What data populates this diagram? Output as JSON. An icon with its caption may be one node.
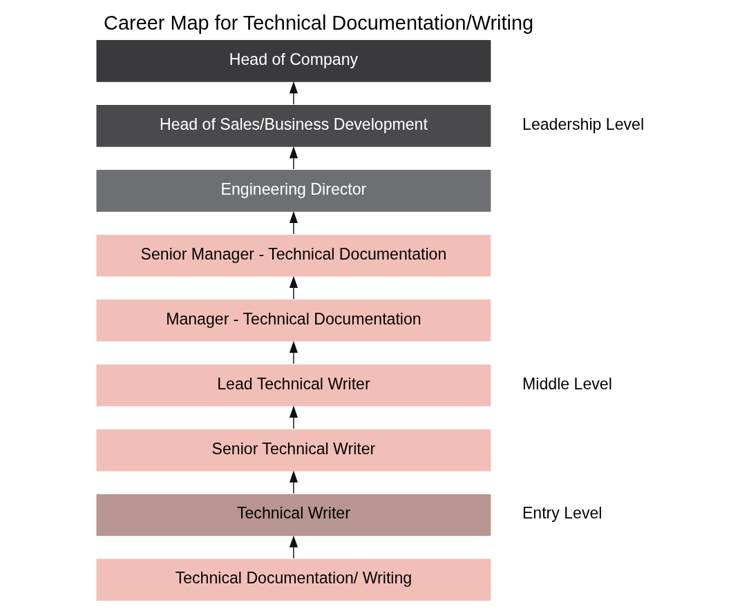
{
  "diagram": {
    "title": "Career Map for Technical Documentation/Writing",
    "nodes": [
      {
        "text": [
          "Head of Company"
        ]
      },
      {
        "text": [
          "Head of Sales/Business Development"
        ]
      },
      {
        "text": [
          "Engineering Director"
        ]
      },
      {
        "text": [
          "Senior Manager - Technical Documentation"
        ]
      },
      {
        "text": [
          "Manager - Technical Documentation"
        ]
      },
      {
        "text": [
          "Lead Technical Writer"
        ]
      },
      {
        "text": [
          "Senior Technical Writer"
        ]
      },
      {
        "text": [
          "Technical Writer"
        ]
      },
      {
        "text": [
          "Technical Documentation/ Writing"
        ]
      }
    ],
    "edges": [
      {
        "from": 8,
        "to": 7,
        "arrow": "to"
      },
      {
        "from": 7,
        "to": 6,
        "arrow": "to"
      },
      {
        "from": 6,
        "to": 5,
        "arrow": "to"
      },
      {
        "from": 5,
        "to": 4,
        "arrow": "to"
      },
      {
        "from": 4,
        "to": 3,
        "arrow": "to"
      },
      {
        "from": 3,
        "to": 2,
        "arrow": "to"
      },
      {
        "from": 2,
        "to": 1,
        "arrow": "to"
      },
      {
        "from": 1,
        "to": 0,
        "arrow": "to"
      }
    ],
    "labels": [
      "Leadership Level",
      "Middle Level",
      "Entry Level"
    ]
  }
}
